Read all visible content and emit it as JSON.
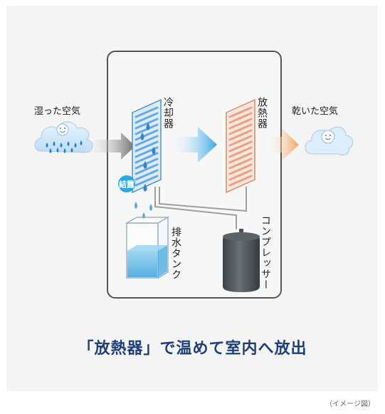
{
  "labels": {
    "humid_air": "湿った空気",
    "dry_air": "乾いた空気",
    "cooler": "冷却器",
    "radiator": "放熱器",
    "condensation": "結露",
    "drain_tank": "排水タンク",
    "compressor": "コンプレッサー"
  },
  "caption": "「放熱器」で温めて室内へ放出",
  "note": "（イメージ図）",
  "colors": {
    "caption_text": "#1f3f7a",
    "cooler_blue": "#5aa0d8",
    "radiator_orange": "#e39a78",
    "condensation_badge": "#2aa9e0",
    "compressor_body": "#4a5156"
  },
  "icons": {
    "humid_air": "smiling-cloud-with-droplets-icon",
    "dry_air": "smiling-cloud-icon"
  }
}
